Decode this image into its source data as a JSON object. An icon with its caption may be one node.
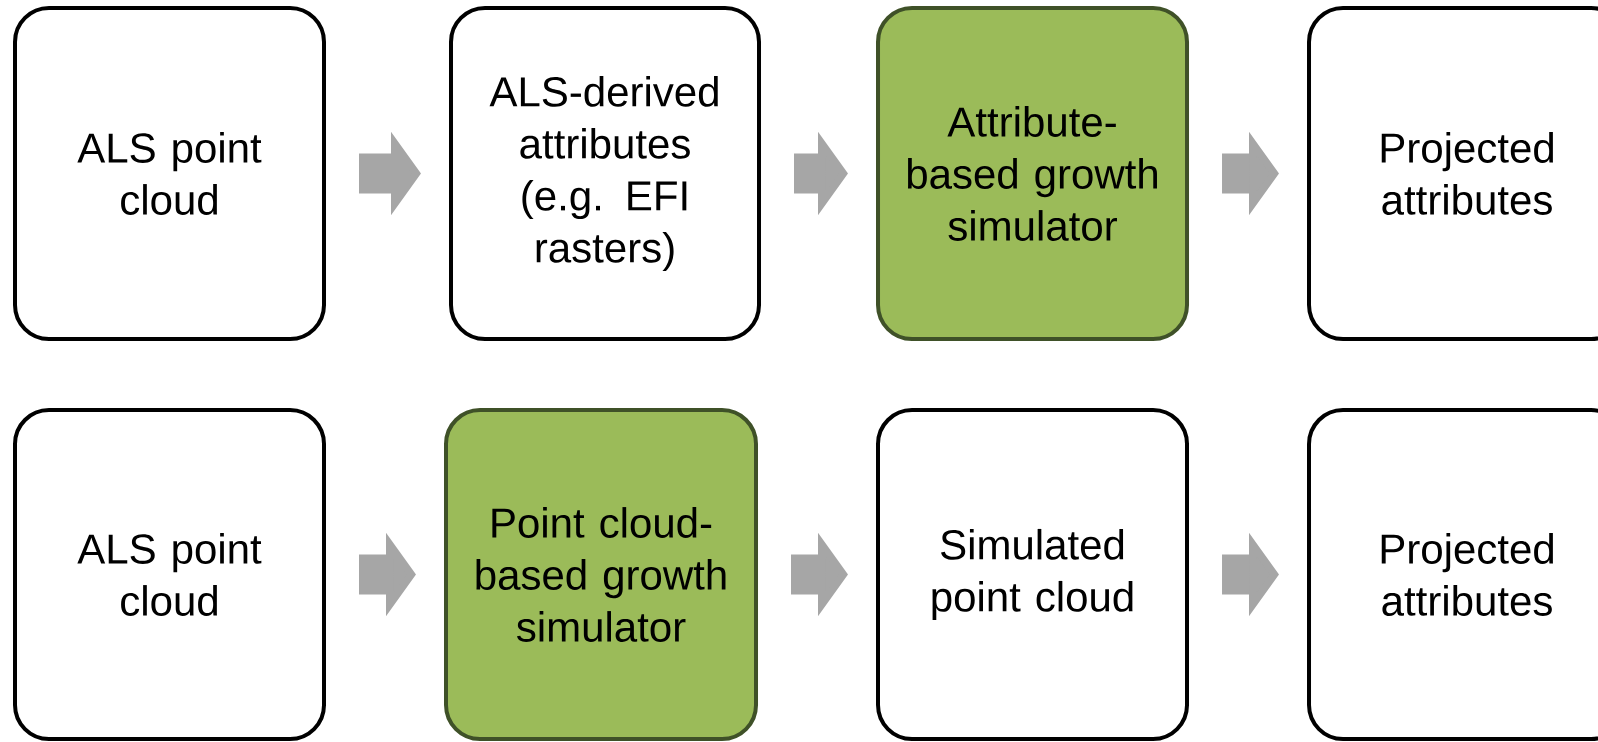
{
  "diagram": {
    "nodes": [
      {
        "text": [
          "ALS point cloud"
        ]
      },
      {
        "text": [
          "ALS-derived attributes (e.g. EFI rasters)"
        ]
      },
      {
        "text": [
          "Attribute-based growth simulator"
        ]
      },
      {
        "text": [
          "Projected attributes"
        ]
      },
      {
        "text": [
          "ALS point cloud"
        ]
      },
      {
        "text": [
          "Point cloud-based growth simulator"
        ]
      },
      {
        "text": [
          "Simulated point cloud"
        ]
      },
      {
        "text": [
          "Projected attributes"
        ]
      }
    ],
    "edges": [
      {
        "from": 0,
        "to": 1,
        "arrow": "to"
      },
      {
        "from": 1,
        "to": 2,
        "arrow": "to"
      },
      {
        "from": 2,
        "to": 3,
        "arrow": "to"
      },
      {
        "from": 4,
        "to": 5,
        "arrow": "to"
      },
      {
        "from": 5,
        "to": 6,
        "arrow": "to"
      },
      {
        "from": 6,
        "to": 7,
        "arrow": "to"
      }
    ]
  }
}
